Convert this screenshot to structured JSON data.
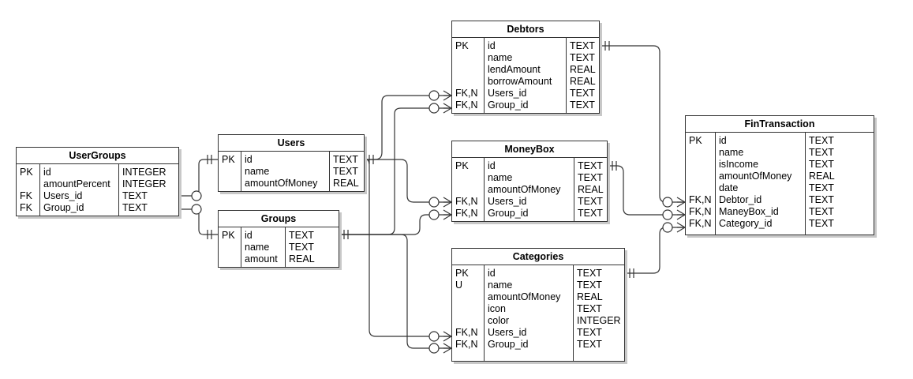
{
  "entities": {
    "usergroups": {
      "title": "UserGroups",
      "rows": [
        {
          "key": "PK",
          "name": "id",
          "type": "INTEGER"
        },
        {
          "key": "",
          "name": "amountPercent",
          "type": "INTEGER"
        },
        {
          "key": "FK",
          "name": "Users_id",
          "type": "TEXT"
        },
        {
          "key": "FK",
          "name": "Group_id",
          "type": "TEXT"
        }
      ]
    },
    "users": {
      "title": "Users",
      "rows": [
        {
          "key": "PK",
          "name": "id",
          "type": "TEXT"
        },
        {
          "key": "",
          "name": "name",
          "type": "TEXT"
        },
        {
          "key": "",
          "name": "amountOfMoney",
          "type": "REAL"
        }
      ]
    },
    "groups": {
      "title": "Groups",
      "rows": [
        {
          "key": "PK",
          "name": "id",
          "type": "TEXT"
        },
        {
          "key": "",
          "name": "name",
          "type": "TEXT"
        },
        {
          "key": "",
          "name": "amount",
          "type": "REAL"
        }
      ]
    },
    "debtors": {
      "title": "Debtors",
      "rows": [
        {
          "key": "PK",
          "name": "id",
          "type": "TEXT"
        },
        {
          "key": "",
          "name": "name",
          "type": "TEXT"
        },
        {
          "key": "",
          "name": "lendAmount",
          "type": "REAL"
        },
        {
          "key": "",
          "name": "borrowAmount",
          "type": "REAL"
        },
        {
          "key": "FK,N",
          "name": "Users_id",
          "type": "TEXT"
        },
        {
          "key": "FK,N",
          "name": "Group_id",
          "type": "TEXT"
        }
      ]
    },
    "moneybox": {
      "title": "MoneyBox",
      "rows": [
        {
          "key": "PK",
          "name": "id",
          "type": "TEXT"
        },
        {
          "key": "",
          "name": "name",
          "type": "TEXT"
        },
        {
          "key": "",
          "name": "amountOfMoney",
          "type": "REAL"
        },
        {
          "key": "FK,N",
          "name": "Users_id",
          "type": "TEXT"
        },
        {
          "key": "FK,N",
          "name": "Group_id",
          "type": "TEXT"
        }
      ]
    },
    "categories": {
      "title": "Categories",
      "rows": [
        {
          "key": "PK",
          "name": "id",
          "type": "TEXT"
        },
        {
          "key": "U",
          "name": "name",
          "type": "TEXT"
        },
        {
          "key": "",
          "name": "amountOfMoney",
          "type": "REAL"
        },
        {
          "key": "",
          "name": "icon",
          "type": "TEXT"
        },
        {
          "key": "",
          "name": "color",
          "type": "INTEGER"
        },
        {
          "key": "FK,N",
          "name": "Users_id",
          "type": "TEXT"
        },
        {
          "key": "FK,N",
          "name": "Group_id",
          "type": "TEXT"
        }
      ]
    },
    "fintransaction": {
      "title": "FinTransaction",
      "rows": [
        {
          "key": "PK",
          "name": "id",
          "type": "TEXT"
        },
        {
          "key": "",
          "name": "name",
          "type": "TEXT"
        },
        {
          "key": "",
          "name": "isIncome",
          "type": "TEXT"
        },
        {
          "key": "",
          "name": "amountOfMoney",
          "type": "REAL"
        },
        {
          "key": "",
          "name": "date",
          "type": "TEXT"
        },
        {
          "key": "FK,N",
          "name": "Debtor_id",
          "type": "TEXT"
        },
        {
          "key": "FK,N",
          "name": "ManeyBox_id",
          "type": "TEXT"
        },
        {
          "key": "FK,N",
          "name": "Category_id",
          "type": "TEXT"
        }
      ]
    }
  },
  "relationships": [
    {
      "from": "users",
      "to": "usergroups",
      "notation": "one-to-zero-or-many"
    },
    {
      "from": "groups",
      "to": "usergroups",
      "notation": "one-to-zero-or-many"
    },
    {
      "from": "users",
      "to": "debtors",
      "notation": "one-to-zero-or-many"
    },
    {
      "from": "groups",
      "to": "debtors",
      "notation": "one-to-zero-or-many"
    },
    {
      "from": "users",
      "to": "moneybox",
      "notation": "one-to-zero-or-many"
    },
    {
      "from": "groups",
      "to": "moneybox",
      "notation": "one-to-zero-or-many"
    },
    {
      "from": "users",
      "to": "categories",
      "notation": "one-to-zero-or-many"
    },
    {
      "from": "groups",
      "to": "categories",
      "notation": "one-to-zero-or-many"
    },
    {
      "from": "debtors",
      "to": "fintransaction",
      "notation": "one-to-zero-or-many"
    },
    {
      "from": "moneybox",
      "to": "fintransaction",
      "notation": "one-to-zero-or-many"
    },
    {
      "from": "categories",
      "to": "fintransaction",
      "notation": "one-to-zero-or-many"
    }
  ]
}
